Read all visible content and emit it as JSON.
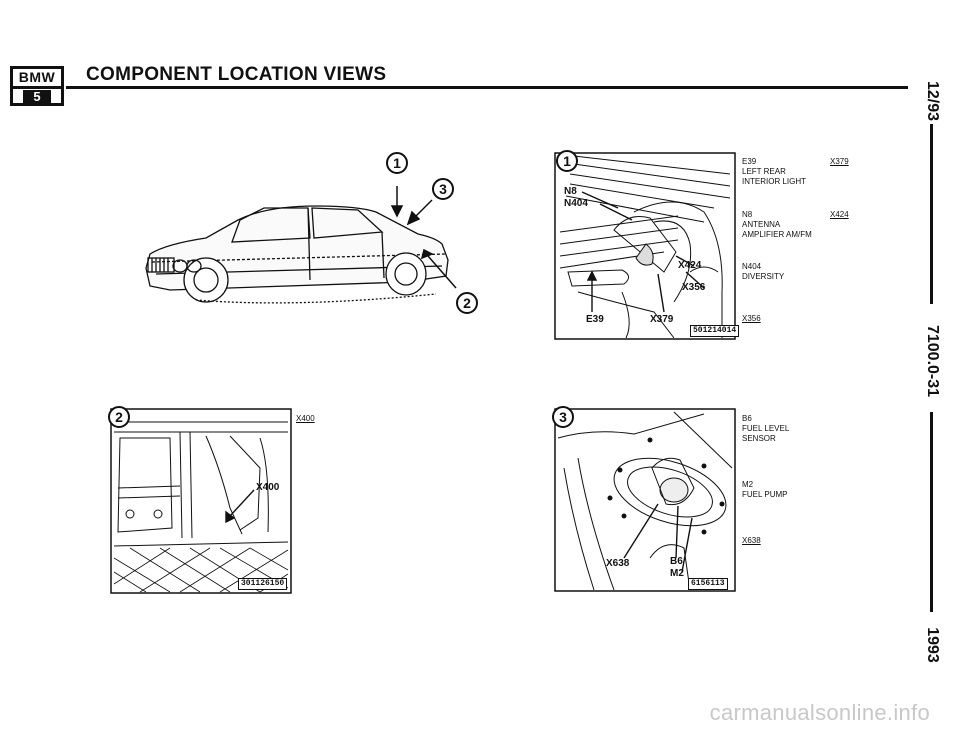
{
  "header": {
    "logo_top": "BMW",
    "logo_bottom": "5",
    "title": "COMPONENT LOCATION VIEWS"
  },
  "margin": {
    "date": "12/93",
    "page_code": "7100.0-31",
    "year": "1993"
  },
  "overview": {
    "callout_1": "1",
    "callout_2": "2",
    "callout_3": "3"
  },
  "view1": {
    "number": "1",
    "labels": {
      "n8": "N8",
      "n404": "N404",
      "x424": "X424",
      "x356": "X356",
      "e39": "E39",
      "x379": "X379"
    },
    "figure_number": "501214014",
    "legend": [
      {
        "code": "E39",
        "text": "LEFT REAR INTERIOR LIGHT",
        "ref": "X379"
      },
      {
        "code": "N8",
        "text": "ANTENNA AMPLIFIER AM/FM",
        "ref": "X424"
      },
      {
        "code": "N404",
        "text": "DIVERSITY",
        "ref": ""
      }
    ],
    "extra_ref": "X356"
  },
  "view2": {
    "number": "2",
    "labels": {
      "x400": "X400"
    },
    "figure_number": "301126150",
    "ref": "X400"
  },
  "view3": {
    "number": "3",
    "labels": {
      "x638": "X638",
      "b6": "B6",
      "m2": "M2"
    },
    "figure_number": "6156113",
    "legend": [
      {
        "code": "B6",
        "text": "FUEL LEVEL SENSOR"
      },
      {
        "code": "M2",
        "text": "FUEL PUMP"
      }
    ],
    "extra_ref": "X638"
  },
  "watermark": "carmanualsonline.info"
}
